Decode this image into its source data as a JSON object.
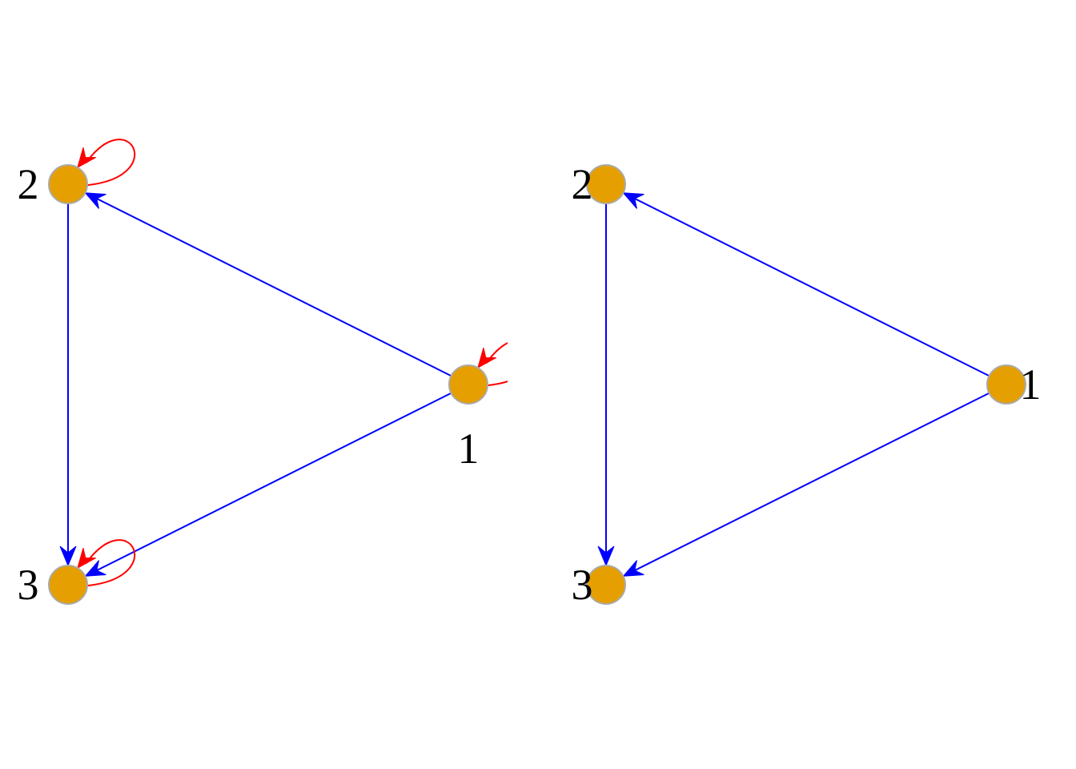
{
  "colors": {
    "node_fill": "#E69F00",
    "node_stroke": "#AAAAAA",
    "edge": "#0000FF",
    "loop": "#FF0000",
    "label": "#000000"
  },
  "graphs": [
    {
      "id": "left",
      "nodes": [
        {
          "id": "1",
          "label": "1"
        },
        {
          "id": "2",
          "label": "2"
        },
        {
          "id": "3",
          "label": "3"
        }
      ],
      "edges": [
        {
          "from": "1",
          "to": "2"
        },
        {
          "from": "1",
          "to": "3"
        },
        {
          "from": "2",
          "to": "3"
        }
      ],
      "self_loops": [
        "1",
        "2",
        "3"
      ]
    },
    {
      "id": "right",
      "nodes": [
        {
          "id": "1",
          "label": "1"
        },
        {
          "id": "2",
          "label": "2"
        },
        {
          "id": "3",
          "label": "3"
        }
      ],
      "edges": [
        {
          "from": "1",
          "to": "2"
        },
        {
          "from": "1",
          "to": "3"
        },
        {
          "from": "2",
          "to": "3"
        }
      ],
      "self_loops": []
    }
  ]
}
